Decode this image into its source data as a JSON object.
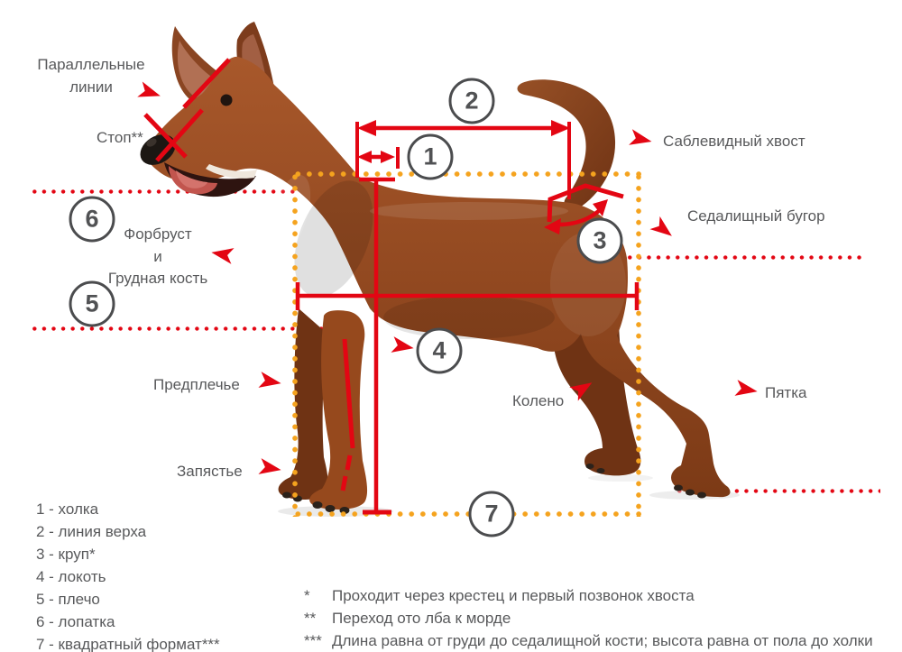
{
  "diagram": {
    "labels": {
      "parallel_lines": "Параллельные линии",
      "stop": "Стоп**",
      "sabre_tail": "Саблевидный хвост",
      "ischial_tuberosity": "Седалищный бугор",
      "forechest_lines": [
        "Форбруст",
        "и",
        "Грудная кость"
      ],
      "forearm": "Предплечье",
      "wrist": "Запястье",
      "knee": "Колено",
      "heel": "Пятка"
    },
    "markers": [
      "1",
      "2",
      "3",
      "4",
      "5",
      "6",
      "7"
    ],
    "legend": [
      "1 - холка",
      "2 - линия верха",
      "3 - круп*",
      "4 - локоть",
      "5 - плечо",
      "6 - лопатка",
      "7 - квадратный формат***"
    ],
    "footnotes": [
      {
        "mark": "*",
        "text": "Проходит через крестец и первый позвонок хвоста"
      },
      {
        "mark": "**",
        "text": "Переход ото лба к морде"
      },
      {
        "mark": "***",
        "text": "Длина равна от груди до седалищной кости; высота равна от пола до холки"
      }
    ],
    "colors": {
      "measure_red": "#e30613",
      "frame_orange": "#f5a31e",
      "text_gray": "#58595b",
      "dog_coat": "#9a4e22"
    }
  }
}
